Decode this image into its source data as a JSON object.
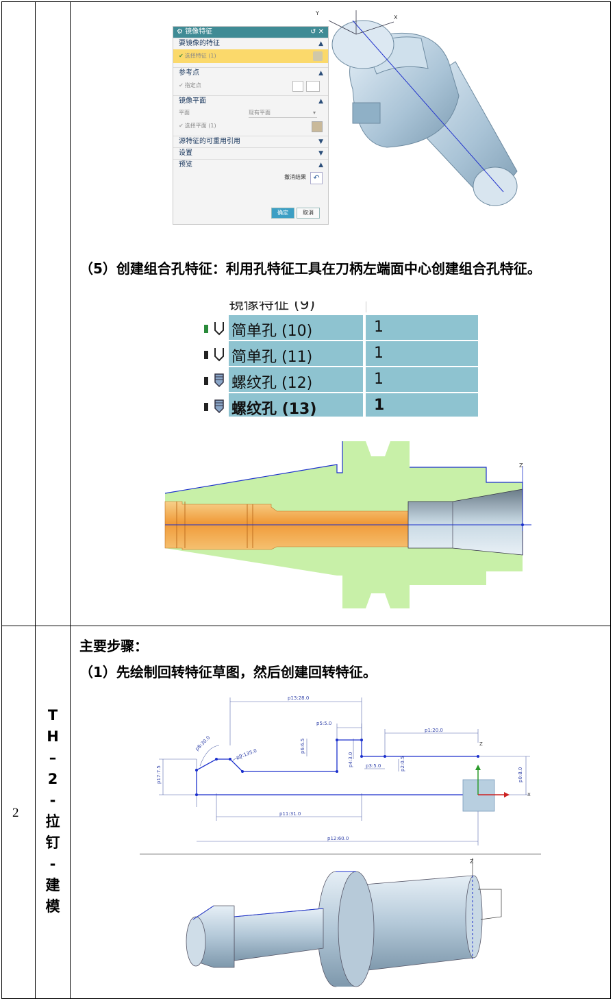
{
  "row1": {
    "dialog": {
      "title": "镜像特征",
      "title_icon": "gear-icon",
      "title_controls": "↺ ✕",
      "sections": [
        {
          "label": "要镜像的特征",
          "state": "expanded"
        },
        {
          "label": "参考点",
          "state": "expanded"
        },
        {
          "label": "镜像平面",
          "state": "expanded"
        },
        {
          "label": "源特征的可重用引用",
          "state": "collapsed"
        },
        {
          "label": "设置",
          "state": "collapsed"
        },
        {
          "label": "预览",
          "state": "expanded"
        }
      ],
      "select_feature": "选择特征 (1)",
      "specify_point": "指定点",
      "plane_label": "平面",
      "plane_value": "现有平面",
      "select_plane": "选择平面 (1)",
      "undo_result": "撤消结果",
      "ok": "确定",
      "cancel": "取消"
    },
    "step5": "（5）创建组合孔特征：利用孔特征工具在刀柄左端面中心创建组合孔特征。",
    "feature_list": {
      "partial_top": "镜像特征 (9)",
      "items": [
        {
          "name": "简单孔 (10)",
          "value": "1",
          "icon": "simple-hole-icon",
          "bold": false
        },
        {
          "name": "简单孔 (11)",
          "value": "1",
          "icon": "simple-hole-icon",
          "bold": false
        },
        {
          "name": "螺纹孔 (12)",
          "value": "1",
          "icon": "threaded-hole-icon",
          "bold": false
        },
        {
          "name": "螺纹孔 (13)",
          "value": "1",
          "icon": "threaded-hole-icon",
          "bold": true
        }
      ]
    }
  },
  "row2": {
    "number": "2",
    "title_chars": [
      "T",
      "H",
      "–",
      "2",
      "-",
      "拉",
      "钉",
      "-",
      "建",
      "模"
    ],
    "main_steps": "主要步骤：",
    "step1": "（1）先绘制回转特征草图，然后创建回转特征。",
    "sketch_dims": {
      "p13": "p13:28.0",
      "p5": "p5:5.0",
      "p1": "p1:20.0",
      "p8": "p8:30.0",
      "p9": "p9:135.0",
      "p6": "p6:6.5",
      "p4": "p4:3.0",
      "p3": "p3:5.0",
      "p2": "p2:0.5",
      "p0": "p0:8.0",
      "p17": "p17:7.5",
      "p11": "p11:31.0",
      "p12": "p12:60.0"
    },
    "axis_z": "Z",
    "axis_x": "X"
  },
  "colors": {
    "list_row": "#8ec3d0",
    "dialog_title": "#3f8b95",
    "highlight": "#fbd96b",
    "section_fill": "#c8f0a8",
    "bore": "#f0a040",
    "sketch_line": "#1a2fcc"
  }
}
